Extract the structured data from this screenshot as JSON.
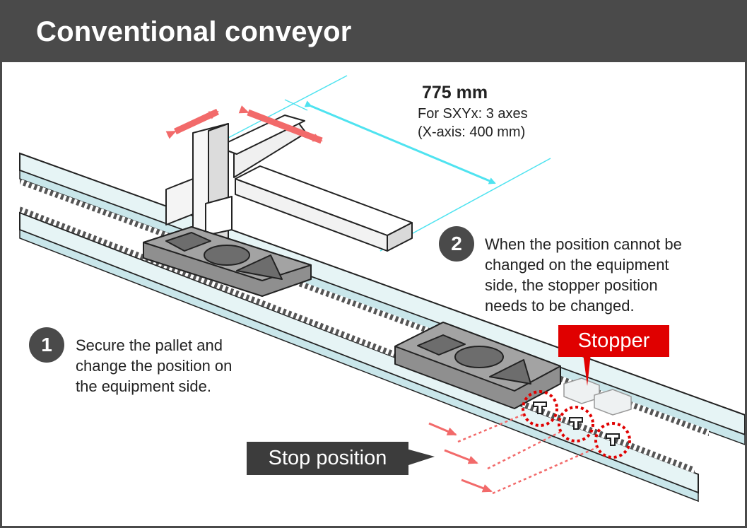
{
  "header": {
    "title": "Conventional conveyor"
  },
  "dimension": {
    "value": "775 mm",
    "note_line1": "For SXYx: 3 axes",
    "note_line2": "(X-axis: 400 mm)"
  },
  "steps": [
    {
      "number": "1",
      "lines": [
        "Secure the pallet and",
        "change the position on",
        "the equipment side."
      ]
    },
    {
      "number": "2",
      "lines": [
        "When the position cannot be",
        "changed on the equipment",
        "side, the stopper position",
        "needs to be changed."
      ]
    }
  ],
  "labels": {
    "stopper": "Stopper",
    "stop_position": "Stop position"
  },
  "colors": {
    "header_bg": "#4a4a4a",
    "dimension_line": "#4fe3f0",
    "motion_arrow": "#f26a6a",
    "stopper_label_bg": "#e00000",
    "stop_label_bg": "#3c3c3c",
    "pallet": "#8f8f8f",
    "rail": "#dff2f4"
  }
}
